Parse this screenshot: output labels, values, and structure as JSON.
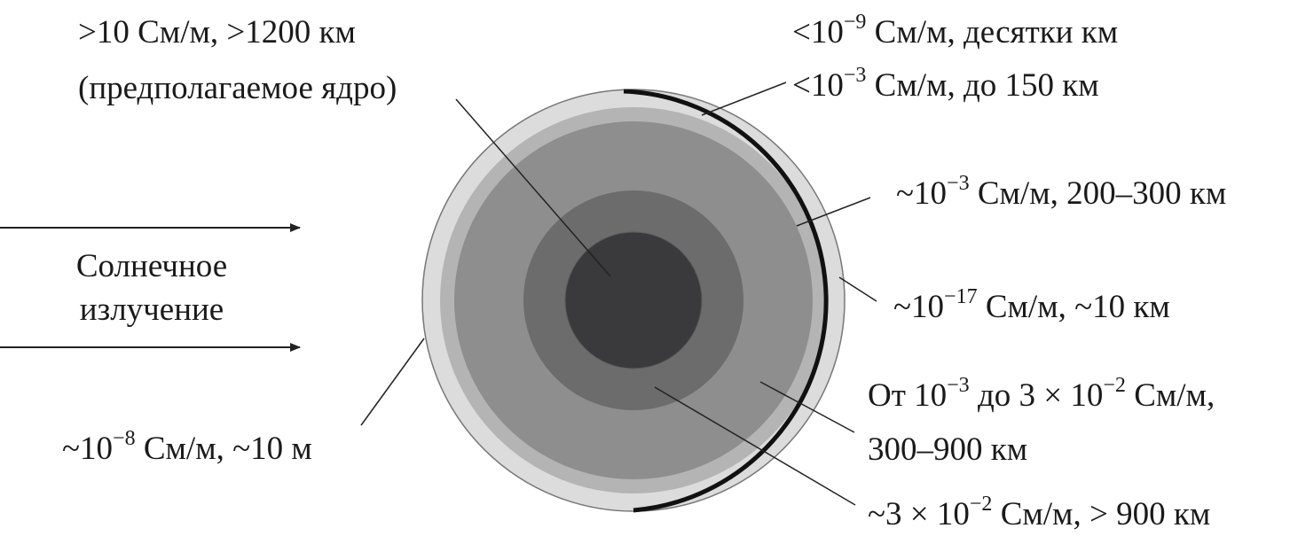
{
  "diagram": {
    "sun_label_line1": "Солнечное",
    "sun_label_line2": "излучение",
    "core": {
      "line1": ">10 См/м, >1200 км",
      "line2": "(предполагаемое ядро)"
    },
    "top1": {
      "pre": "<10",
      "exp": "−9",
      "post": " См/м, десятки км"
    },
    "top2": {
      "pre": "<10",
      "exp": "−3",
      "post": " См/м, до 150 км"
    },
    "right1": {
      "pre": "~10",
      "exp": "−3",
      "post": " См/м, 200–300 км"
    },
    "right2": {
      "pre": "~10",
      "exp": "−17",
      "post": " См/м, ~10 км"
    },
    "right3": {
      "pre": "От 10",
      "exp1": "−3",
      "mid": " до 3 × 10",
      "exp2": "−2",
      "post": " См/м,",
      "line2": "300–900 км"
    },
    "bottom_right": {
      "pre": "~3 × 10",
      "exp": "−2",
      "post": " См/м, > 900 км"
    },
    "left": {
      "pre": "~10",
      "exp": "−8",
      "post": " См/м, ~10 м"
    },
    "colors": {
      "outer_shell": "#dcdcdc",
      "layer2": "#b4b4b4",
      "layer3": "#8e8e8e",
      "layer4": "#6c6c6c",
      "core": "#3a3a3c",
      "dayside_rim": "#111111"
    }
  }
}
